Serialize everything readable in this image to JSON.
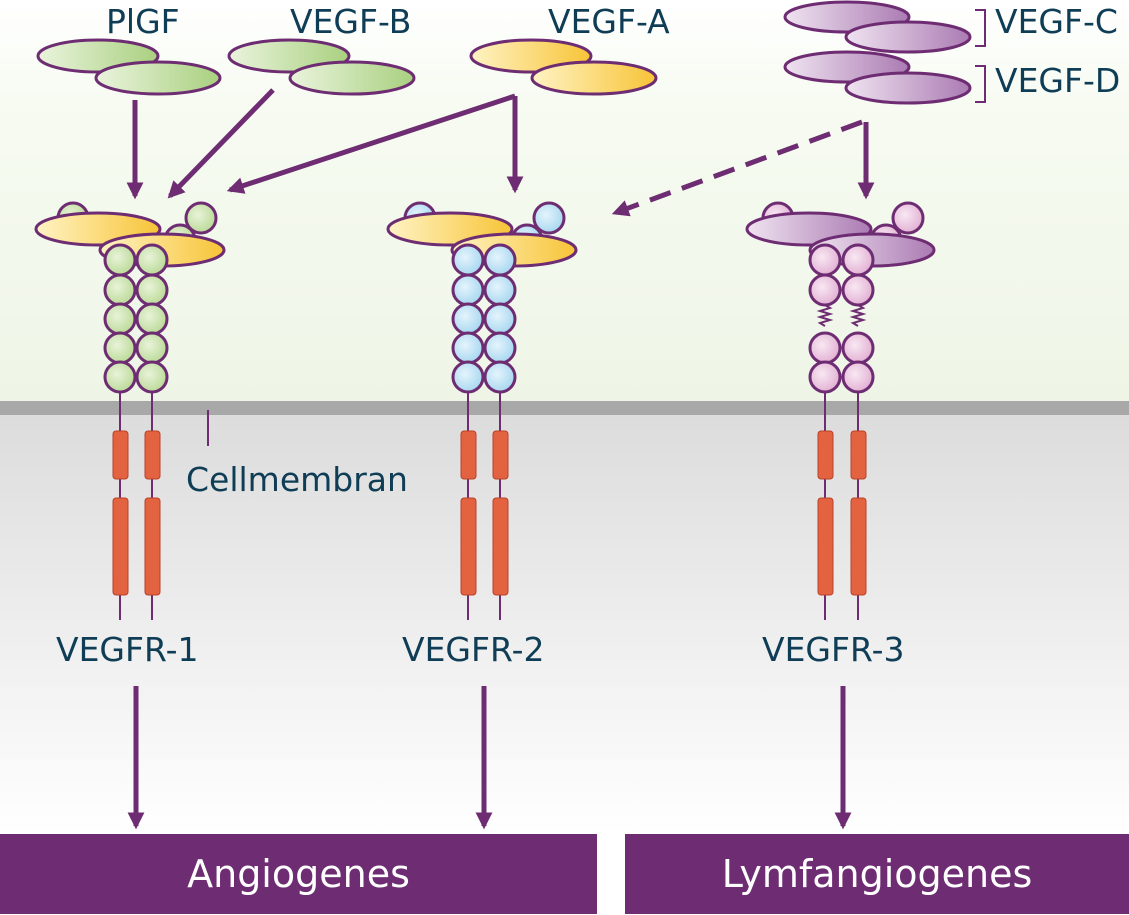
{
  "ligands": {
    "plgf": "PlGF",
    "vegf_b": "VEGF-B",
    "vegf_a": "VEGF-A",
    "vegf_c": "VEGF-C",
    "vegf_d": "VEGF-D"
  },
  "membrane_label": "Cellmembran",
  "receptors": {
    "r1": "VEGFR-1",
    "r2": "VEGFR-2",
    "r3": "VEGFR-3"
  },
  "outcomes": {
    "angiogenesis": "Angiogenes",
    "lymphangiogenesis": "Lymfangiogenes"
  },
  "colors": {
    "arrow": "#6e2d72",
    "green_fill": "#c6e0a8",
    "green_stroke": "#6e2d72",
    "yellow_fill": "#fbd96a",
    "blue_fill": "#bfe3f5",
    "pink_fill": "#ecc6e0",
    "purple_fill": "#c9a2cf",
    "tm_segment": "#e3623f",
    "membrane": "#a8a8a8",
    "text": "#0f3d56",
    "outcome_bar": "#6e2d72"
  }
}
